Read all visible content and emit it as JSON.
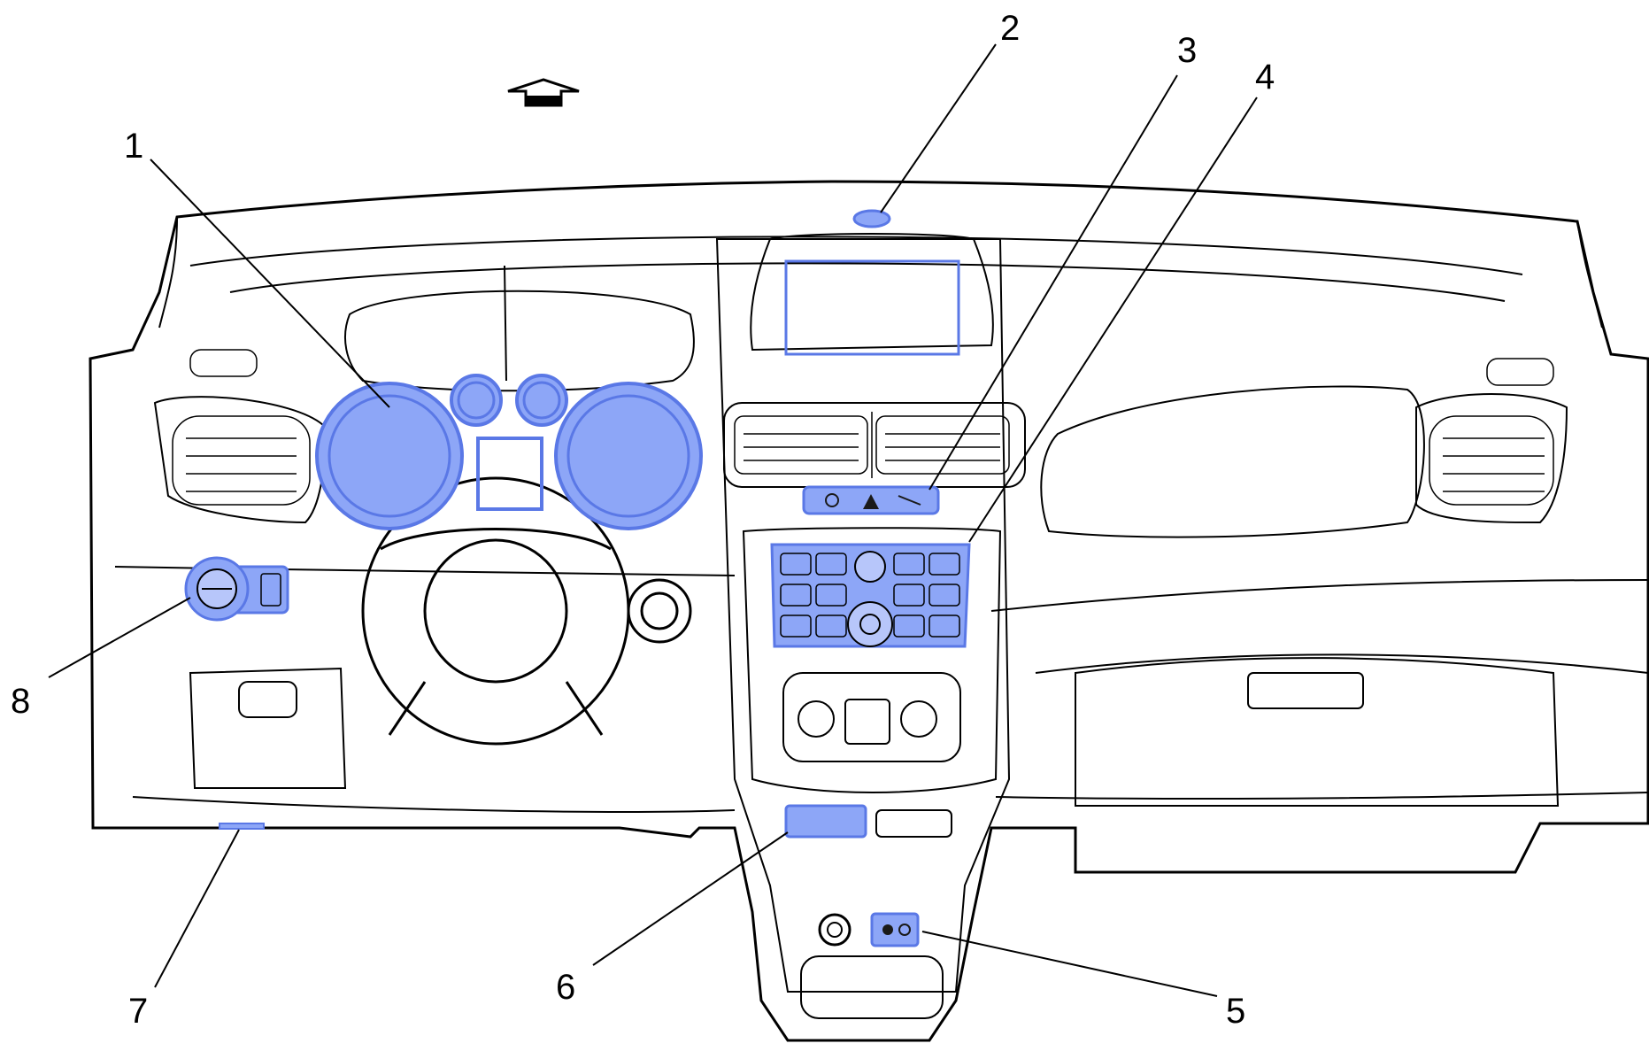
{
  "diagram": {
    "colors": {
      "dash_fill": "#cdcbbd",
      "dash_fill_dark": "#bcb9aa",
      "outline": "#000000",
      "highlight_fill": "#8da6f7",
      "highlight_stroke": "#5a78e6"
    },
    "icons": {
      "direction_arrow": "forward-arrow-icon"
    },
    "callouts": [
      {
        "id": "1",
        "label": "1"
      },
      {
        "id": "2",
        "label": "2"
      },
      {
        "id": "3",
        "label": "3"
      },
      {
        "id": "4",
        "label": "4"
      },
      {
        "id": "5",
        "label": "5"
      },
      {
        "id": "6",
        "label": "6"
      },
      {
        "id": "7",
        "label": "7"
      },
      {
        "id": "8",
        "label": "8"
      }
    ]
  }
}
